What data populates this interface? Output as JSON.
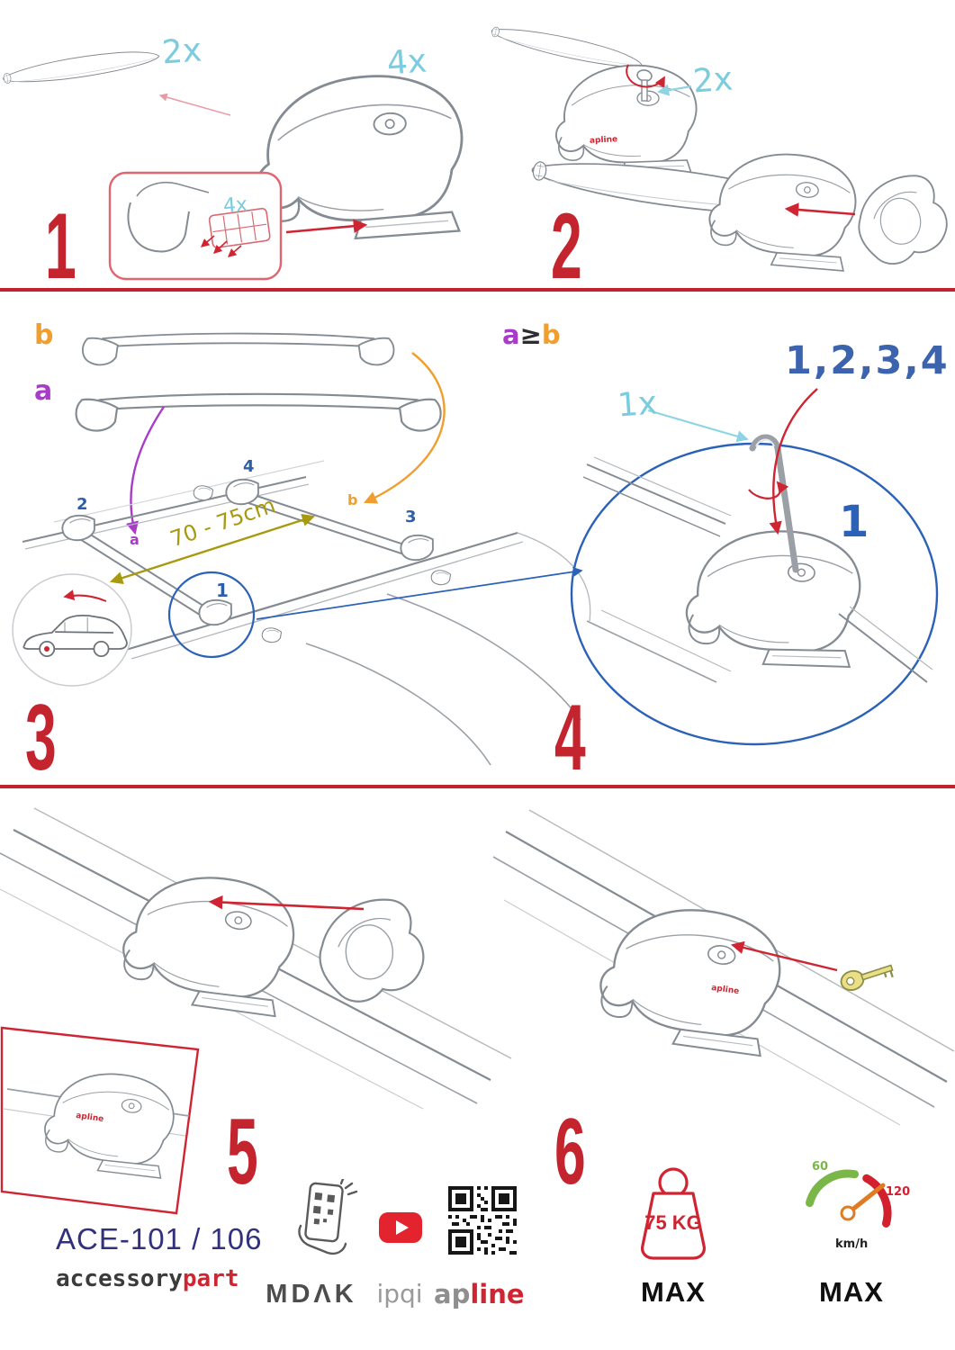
{
  "colors": {
    "accent_red": "#c4242e",
    "brand_red": "#cf2533",
    "cyan": "#7bccdf",
    "blue": "#2e5fa6",
    "sequence_blue": "#3c64ae",
    "orange": "#f09e2d",
    "purple": "#a93bc9",
    "olive": "#a79a10",
    "navy": "#31317c",
    "gray_text": "#8f8f8f",
    "line_gray": "#858b92",
    "youtube_red": "#e3232d",
    "gauge_green": "#7ab648",
    "gauge_red": "#d2202f",
    "needle_orange": "#e07b24"
  },
  "step1": {
    "number": "1",
    "bar_qty": "2x",
    "foot_qty": "4x",
    "pad_qty": "4x"
  },
  "step2": {
    "number": "2",
    "key_qty": "2x",
    "foot_logo": "apline"
  },
  "step3": {
    "number": "3",
    "bar_b": "b",
    "bar_a": "a",
    "roof_a": "a",
    "roof_b": "b",
    "pos1": "1",
    "pos2": "2",
    "pos3": "3",
    "pos4": "4",
    "distance": "70 - 75cm"
  },
  "step4": {
    "number": "4",
    "rule_a": "a",
    "rule_op": "≥",
    "rule_b": "b",
    "sequence": "1,2,3,4",
    "key_qty": "1x",
    "tighten_pos": "1"
  },
  "step5": {
    "number": "5",
    "inset_logo": "apline"
  },
  "step6": {
    "number": "6",
    "foot_logo": "apline"
  },
  "footer": {
    "model": "ACE-101 / 106",
    "brand_accessory": "accessory",
    "brand_part": "part",
    "mdak": "MDΛK",
    "ipqi": "ipqi",
    "apline_ap": "ap",
    "apline_line": "line",
    "weight_value": "75 KG",
    "weight_max": "MAX",
    "speed_low": "60",
    "speed_high": "120",
    "speed_unit": "km/h",
    "speed_max": "MAX"
  }
}
